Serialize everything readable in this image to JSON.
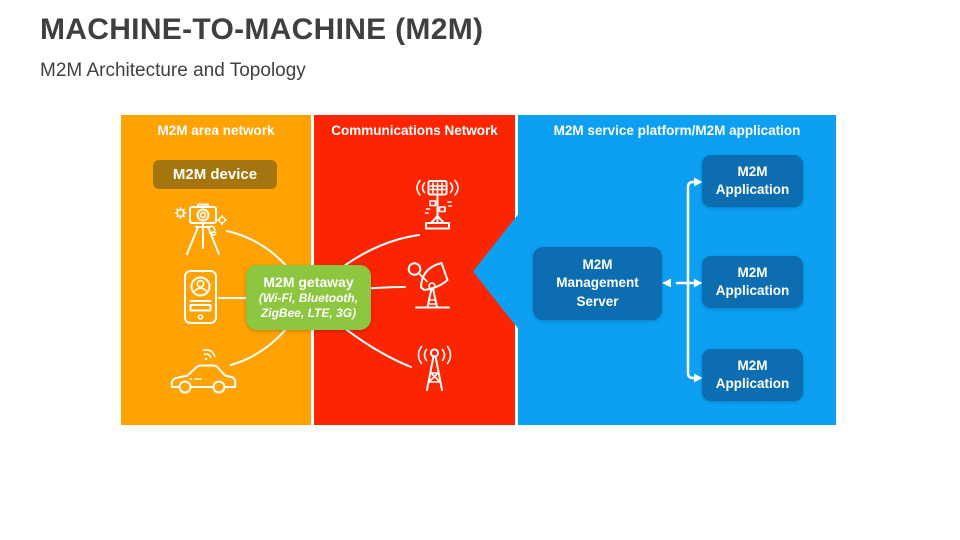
{
  "slide": {
    "title": "MACHINE-TO-MACHINE (M2M)",
    "subtitle": "M2M Architecture and Topology"
  },
  "colors": {
    "title_text": "#3F3F3F",
    "subtitle_text": "#404040",
    "orange_panel": "#FFA203",
    "red_panel": "#FC2502",
    "blue_panel": "#0C9FF2",
    "brown_box": "#A5760D",
    "green_box": "#8DC63F",
    "dark_blue_box": "#0D6DB1",
    "connector": "#FFFFFF"
  },
  "area_network": {
    "header": "M2M area network",
    "device_label": "M2M device",
    "icons": [
      "camera-tripod-icon",
      "smartphone-user-icon",
      "connected-car-icon"
    ]
  },
  "gateway": {
    "title": "M2M getaway",
    "subtitle": "(Wi-Fi, Bluetooth, ZigBee, LTE, 3G)"
  },
  "communications": {
    "header": "Communications Network",
    "icons": [
      "cell-tower-icon",
      "satellite-dish-icon",
      "radio-antenna-icon"
    ]
  },
  "platform": {
    "header": "M2M service platform/M2M application",
    "server_label": "M2M Management Server",
    "applications": [
      {
        "label": "M2M Application"
      },
      {
        "label": "M2M Application"
      },
      {
        "label": "M2M Application"
      }
    ]
  }
}
